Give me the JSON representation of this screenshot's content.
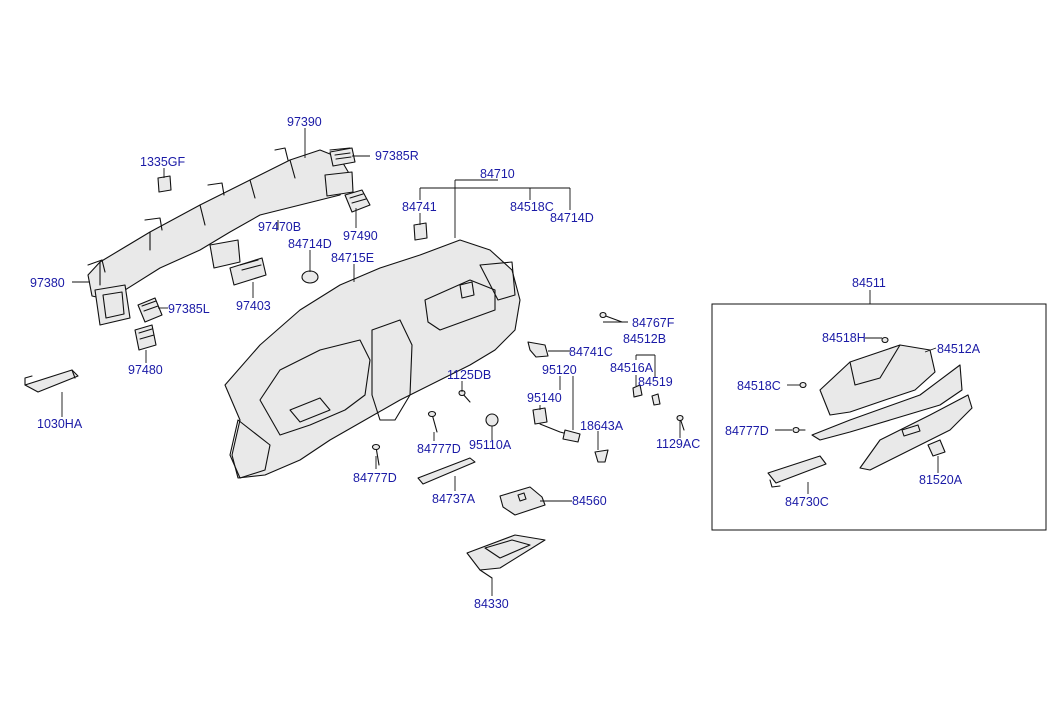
{
  "diagram": {
    "labels": [
      {
        "id": "97390",
        "text": "97390"
      },
      {
        "id": "1335GF",
        "text": "1335GF"
      },
      {
        "id": "97385R",
        "text": "97385R"
      },
      {
        "id": "84710",
        "text": "84710"
      },
      {
        "id": "84741",
        "text": "84741"
      },
      {
        "id": "84518C_top",
        "text": "84518C"
      },
      {
        "id": "84714D_top",
        "text": "84714D"
      },
      {
        "id": "97470B",
        "text": "97470B"
      },
      {
        "id": "97490",
        "text": "97490"
      },
      {
        "id": "84714D",
        "text": "84714D"
      },
      {
        "id": "84715E",
        "text": "84715E"
      },
      {
        "id": "97380",
        "text": "97380"
      },
      {
        "id": "97403",
        "text": "97403"
      },
      {
        "id": "97385L",
        "text": "97385L"
      },
      {
        "id": "97480",
        "text": "97480"
      },
      {
        "id": "1030HA",
        "text": "1030HA"
      },
      {
        "id": "84511",
        "text": "84511"
      },
      {
        "id": "84767F",
        "text": "84767F"
      },
      {
        "id": "84512B",
        "text": "84512B"
      },
      {
        "id": "84741C",
        "text": "84741C"
      },
      {
        "id": "84516A",
        "text": "84516A"
      },
      {
        "id": "84519",
        "text": "84519"
      },
      {
        "id": "95120",
        "text": "95120"
      },
      {
        "id": "1125DB",
        "text": "1125DB"
      },
      {
        "id": "95140",
        "text": "95140"
      },
      {
        "id": "18643A",
        "text": "18643A"
      },
      {
        "id": "1129AC",
        "text": "1129AC"
      },
      {
        "id": "84777D_a",
        "text": "84777D"
      },
      {
        "id": "95110A",
        "text": "95110A"
      },
      {
        "id": "84777D_b",
        "text": "84777D"
      },
      {
        "id": "84737A",
        "text": "84737A"
      },
      {
        "id": "84560",
        "text": "84560"
      },
      {
        "id": "84330",
        "text": "84330"
      },
      {
        "id": "84518H",
        "text": "84518H"
      },
      {
        "id": "84512A",
        "text": "84512A"
      },
      {
        "id": "84518C_box",
        "text": "84518C"
      },
      {
        "id": "84777D_box",
        "text": "84777D"
      },
      {
        "id": "81520A",
        "text": "81520A"
      },
      {
        "id": "84730C",
        "text": "84730C"
      }
    ]
  }
}
